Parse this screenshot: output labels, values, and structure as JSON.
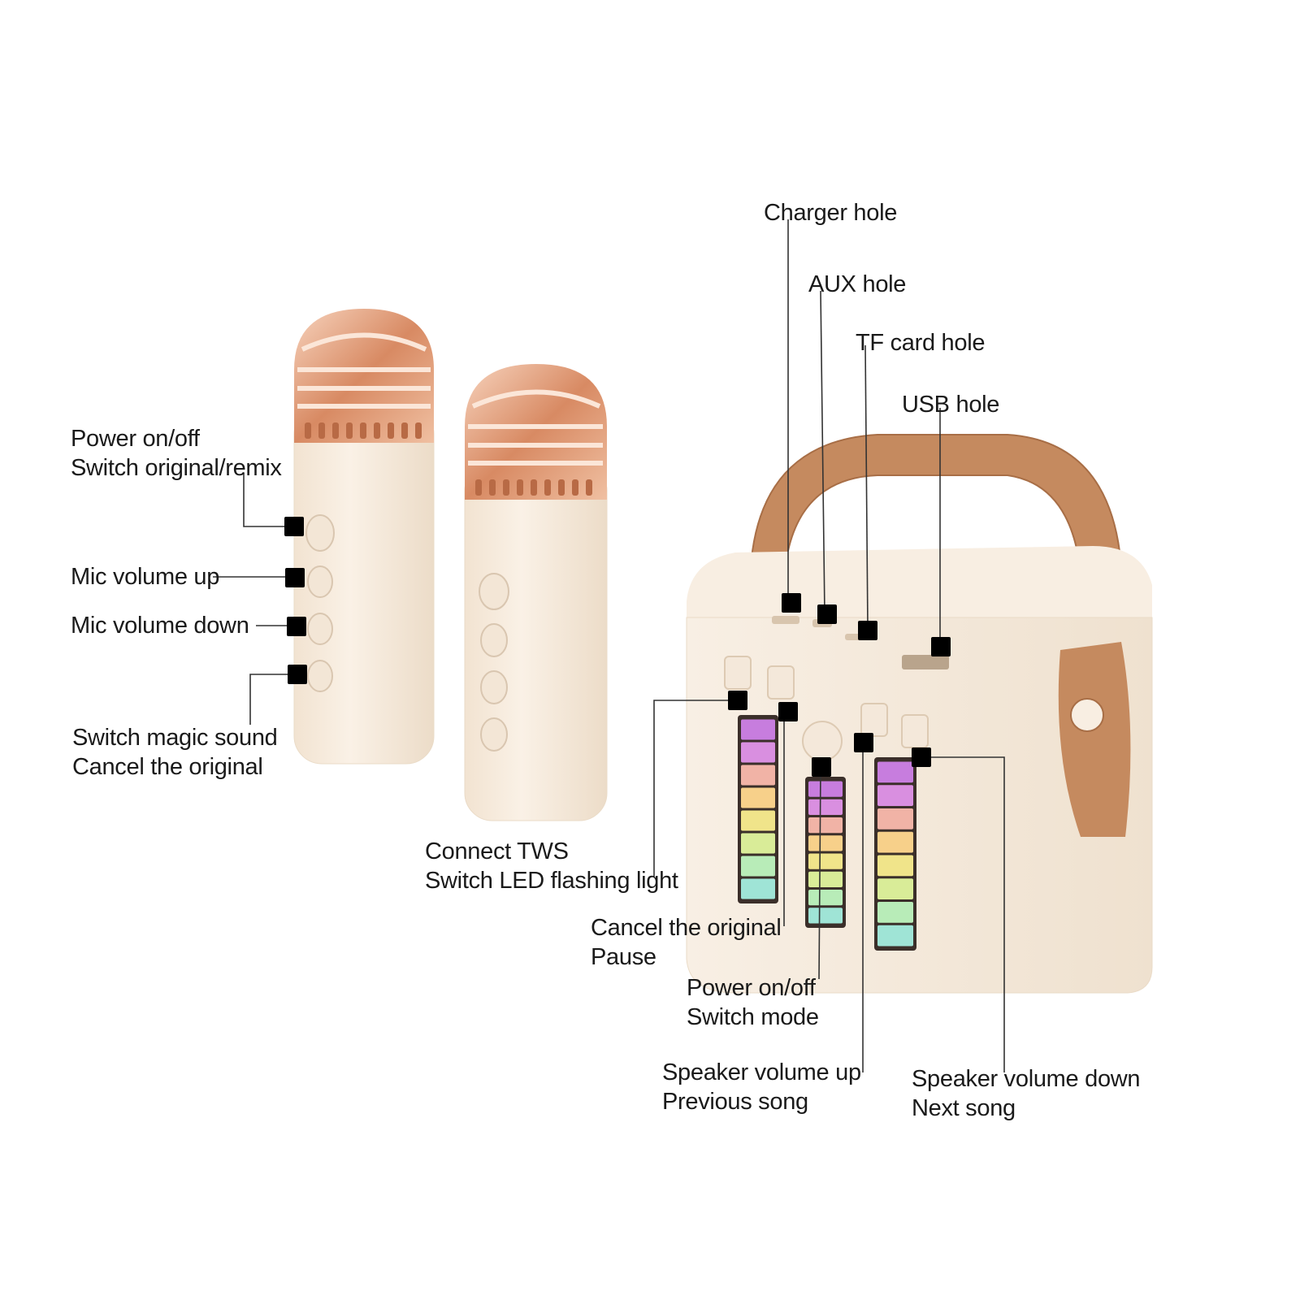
{
  "labels": {
    "charger_hole": "Charger hole",
    "aux_hole": "AUX  hole",
    "tf_card_hole": "TF card hole",
    "usb_hole": "USB hole",
    "mic_power": {
      "line1": "Power on/off",
      "line2": "Switch original/remix"
    },
    "mic_volume_up": "Mic volume up",
    "mic_volume_down": "Mic volume down",
    "mic_magic": {
      "line1": "Switch magic sound",
      "line2": "Cancel the original"
    },
    "connect_tws": {
      "line1": "Connect TWS",
      "line2": "Switch LED flashing light"
    },
    "cancel_pause": {
      "line1": "Cancel the original",
      "line2": "Pause"
    },
    "speaker_power": {
      "line1": "Power on/off",
      "line2": "Switch mode"
    },
    "speaker_volume_up": {
      "line1": "Speaker volume up",
      "line2": "Previous song"
    },
    "speaker_volume_down": {
      "line1": "Speaker volume down",
      "line2": "Next song"
    }
  },
  "colors": {
    "body": "#f6ebdd",
    "body_shadow": "#e8d8c4",
    "handle": "#c58a5f",
    "rose_gold": "#e2a27f",
    "marker": "#000000",
    "leader_line": "#333333",
    "led_bars": [
      "#c77dde",
      "#d98fe0",
      "#f1b3a6",
      "#f7d08a",
      "#f0e48a",
      "#d9ec98",
      "#b8ecb8",
      "#9fe4d6"
    ]
  }
}
